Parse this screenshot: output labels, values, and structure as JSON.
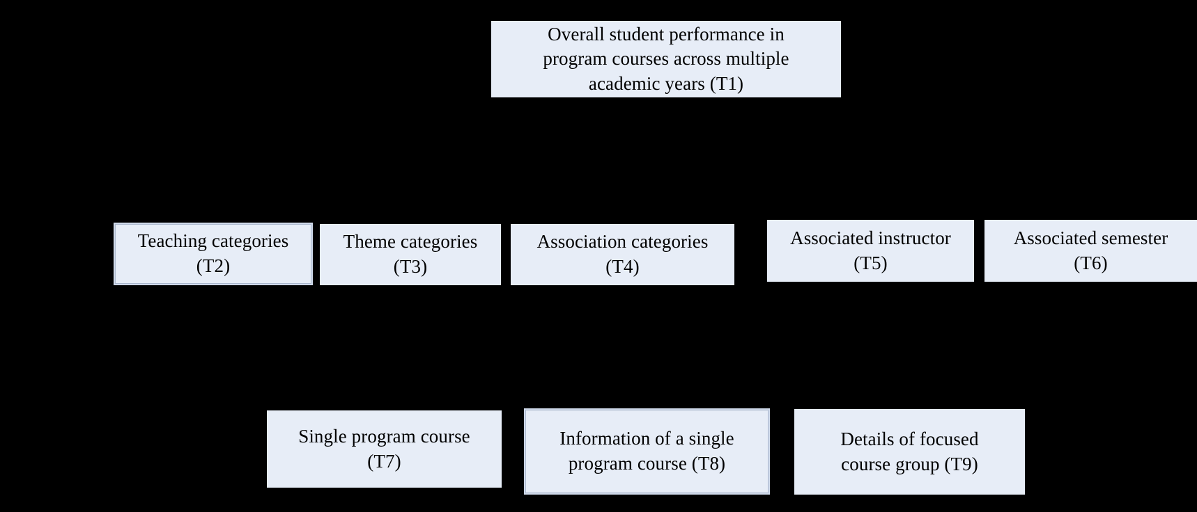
{
  "diagram": {
    "type": "hierarchical-task-tree",
    "background_color": "#000000",
    "node_fill_color": "#e7edf7",
    "node_text_color": "#000000",
    "outline_color": "#cfd9ea",
    "levels": [
      {
        "level": 1,
        "nodes": [
          {
            "id": "T1",
            "label": "Overall student performance in\nprogram courses across multiple\nacademic years (T1)",
            "outlined": false
          }
        ]
      },
      {
        "level": 2,
        "nodes": [
          {
            "id": "T2",
            "label": "Teaching categories\n(T2)",
            "outlined": true
          },
          {
            "id": "T3",
            "label": "Theme categories\n(T3)",
            "outlined": false
          },
          {
            "id": "T4",
            "label": "Association categories\n(T4)",
            "outlined": false
          },
          {
            "id": "T5",
            "label": "Associated instructor\n(T5)",
            "outlined": false
          },
          {
            "id": "T6",
            "label": "Associated semester\n(T6)",
            "outlined": false
          }
        ]
      },
      {
        "level": 3,
        "nodes": [
          {
            "id": "T7",
            "label": "Single program course\n(T7)",
            "outlined": false
          },
          {
            "id": "T8",
            "label": "Information of a single\nprogram course (T8)",
            "outlined": true
          },
          {
            "id": "T9",
            "label": "Details of focused\ncourse group (T9)",
            "outlined": false
          }
        ]
      }
    ]
  }
}
